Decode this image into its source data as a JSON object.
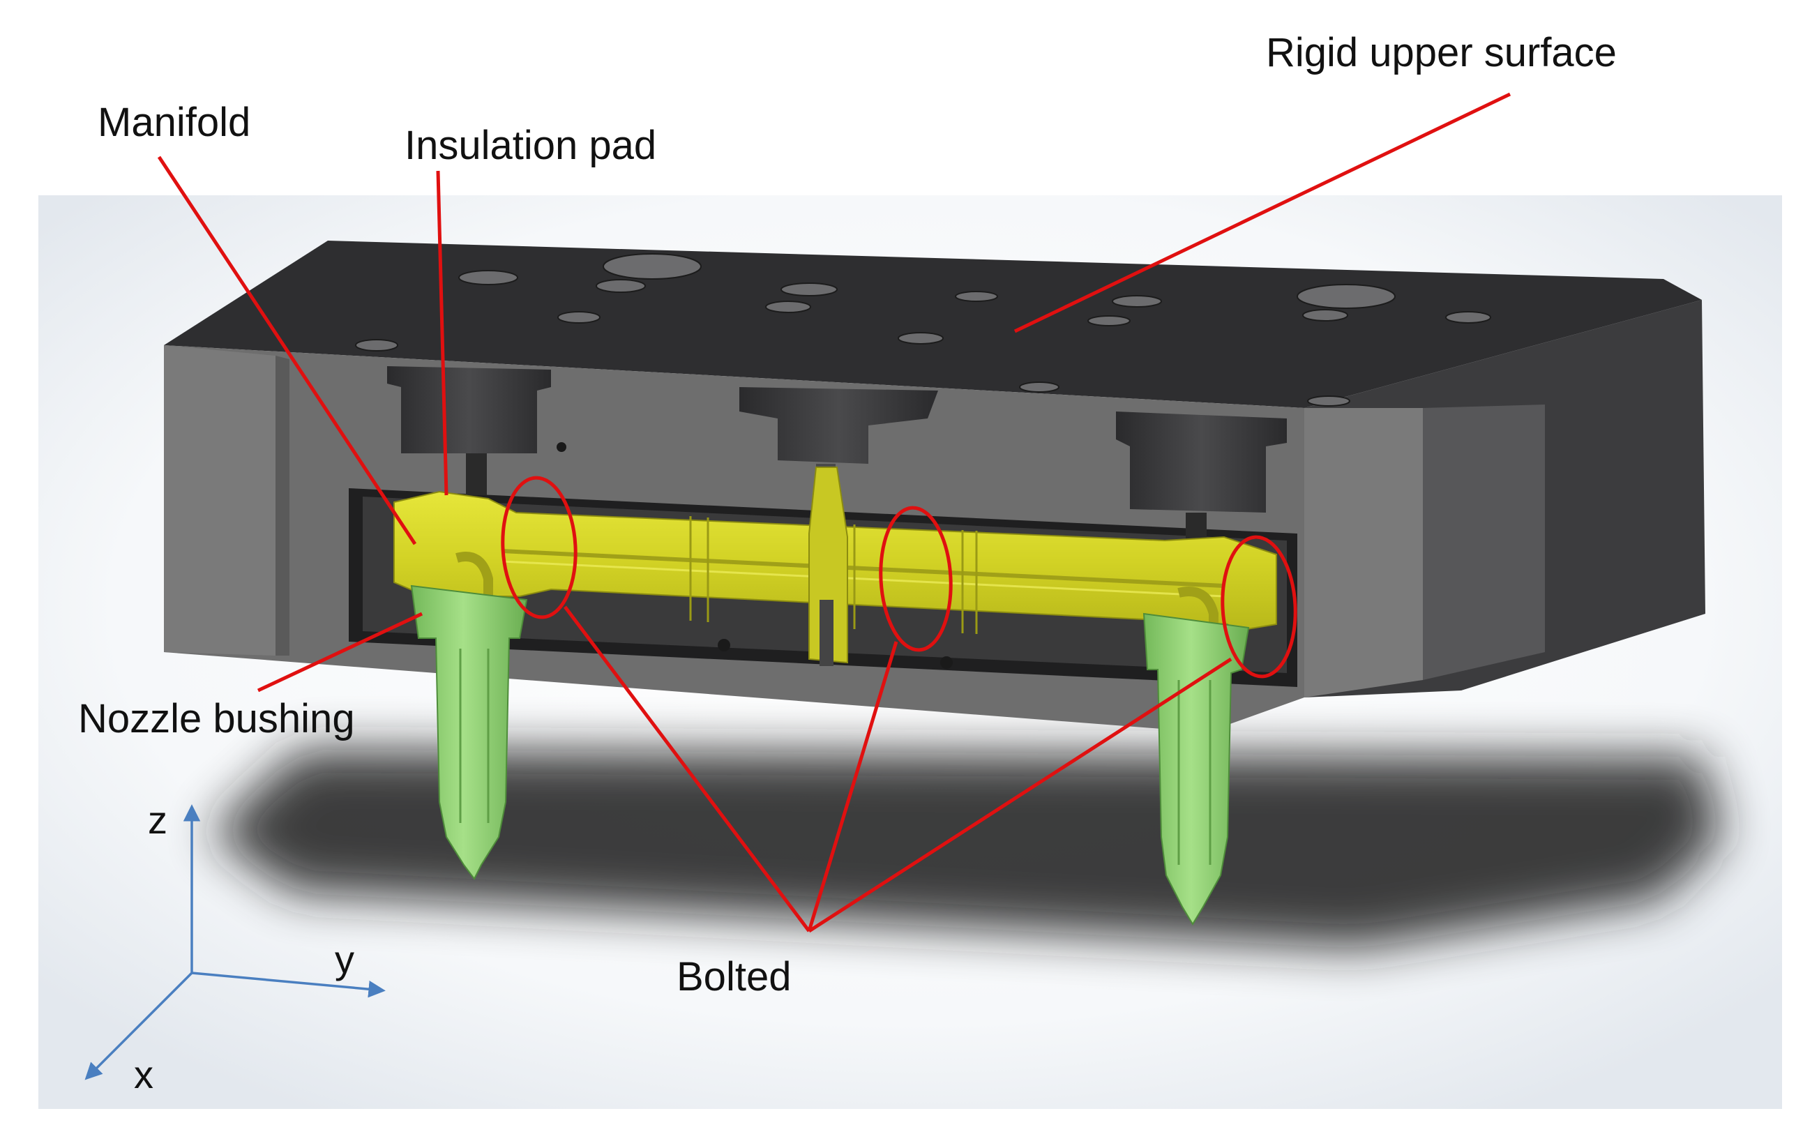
{
  "labels": {
    "rigid_upper_surface": "Rigid upper surface",
    "manifold": "Manifold",
    "insulation_pad": "Insulation pad",
    "nozzle_bushing": "Nozzle bushing",
    "bolted": "Bolted"
  },
  "axes": {
    "z": "z",
    "y": "y",
    "x": "x"
  },
  "colors": {
    "annotation_line": "#e01010",
    "manifold_yellow": "#d6d62a",
    "nozzle_green": "#8ed06e",
    "plate_top": "#2e2e30",
    "plate_side": "#6b6b6b",
    "axis_arrow": "#4a7fc0"
  }
}
